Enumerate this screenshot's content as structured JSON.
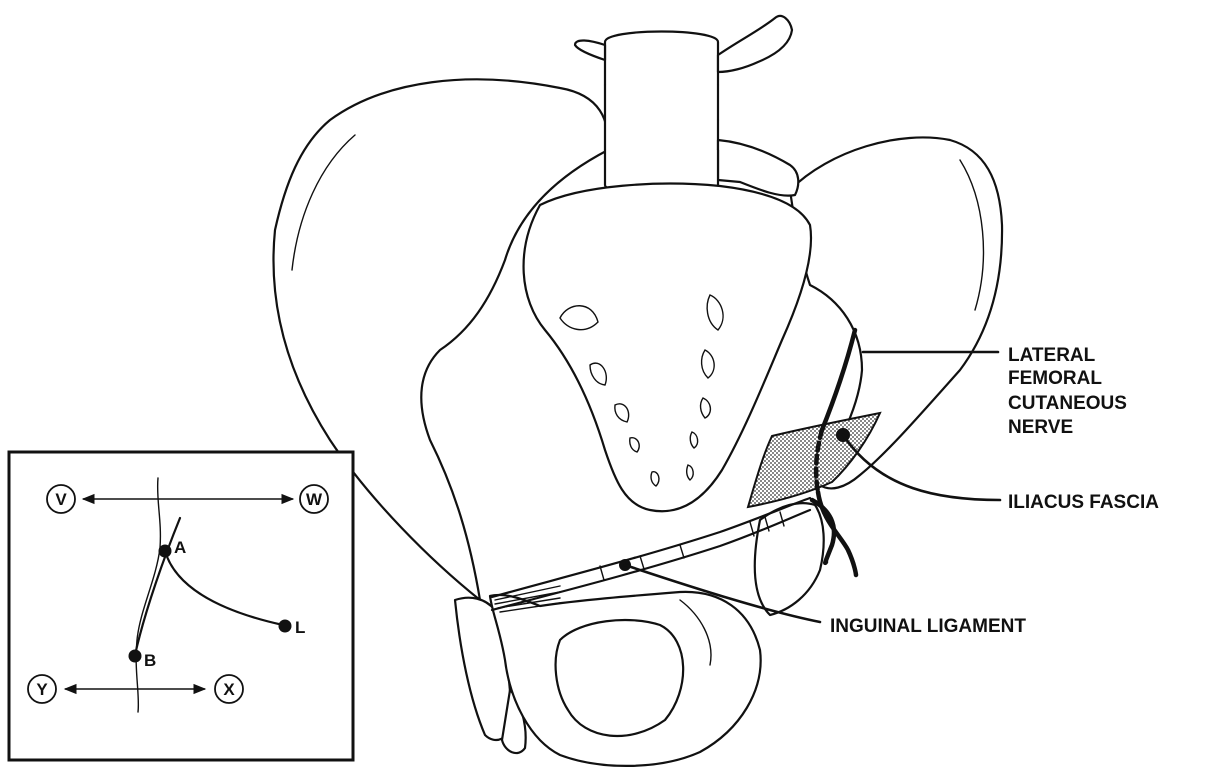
{
  "labels": {
    "nerve": [
      "LATERAL",
      "FEMORAL",
      "CUTANEOUS",
      "NERVE"
    ],
    "fascia": "ILIACUS FASCIA",
    "ligament": "INGUINAL LIGAMENT"
  },
  "inset": {
    "points": {
      "a": "A",
      "b": "B",
      "l": "L"
    },
    "directions": {
      "v": "V",
      "w": "W",
      "y": "Y",
      "x": "X"
    }
  }
}
